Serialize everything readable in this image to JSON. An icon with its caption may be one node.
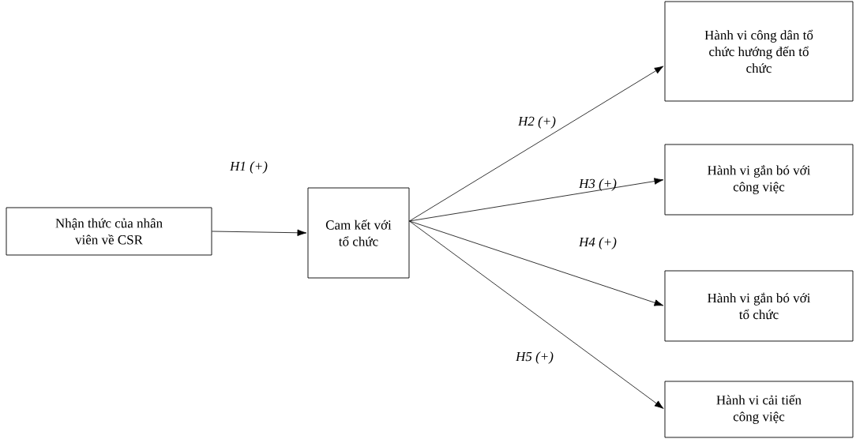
{
  "diagram": {
    "nodes": [
      {
        "text": [
          "Nhận thức của nhân viên về CSR"
        ]
      },
      {
        "text": [
          "Cam kết với tổ chức"
        ]
      },
      {
        "text": [
          "Hành vi công dân tổ chức hướng đến tổ chức"
        ]
      },
      {
        "text": [
          "Hành vi gắn bó với công việc"
        ]
      },
      {
        "text": [
          "Hành vi gắn bó với tổ chức"
        ]
      },
      {
        "text": [
          "Hành vi cải tiến công việc"
        ]
      }
    ],
    "edges": [
      {
        "from": 0,
        "to": 1,
        "arrow": "to",
        "label": "H1 (+)"
      },
      {
        "from": 1,
        "to": 2,
        "arrow": "to",
        "label": "H2 (+)"
      },
      {
        "from": 1,
        "to": 3,
        "arrow": "to",
        "label": "H3 (+)"
      },
      {
        "from": 1,
        "to": 4,
        "arrow": "to",
        "label": "H4 (+)"
      },
      {
        "from": 1,
        "to": 5,
        "arrow": "to",
        "label": "H5 (+)"
      }
    ]
  }
}
